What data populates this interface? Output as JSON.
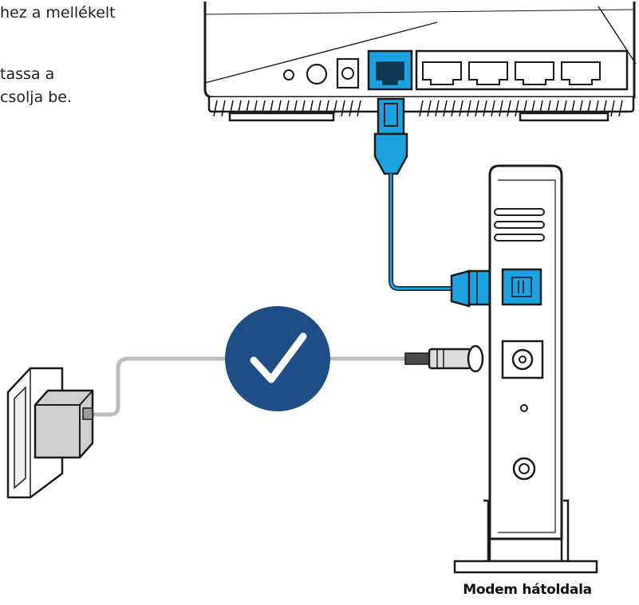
{
  "instructions": {
    "line1": "hez a mellékelt",
    "line2": "tassa a",
    "line3": "csolja be."
  },
  "caption": "Modem hátoldala",
  "icons": {
    "status": "checkmark-icon"
  },
  "colors": {
    "accent_blue": "#1aa3e0",
    "check_circle": "#1e4e86",
    "outline": "#1a1a1a",
    "cable_gray": "#bcbcbc"
  }
}
